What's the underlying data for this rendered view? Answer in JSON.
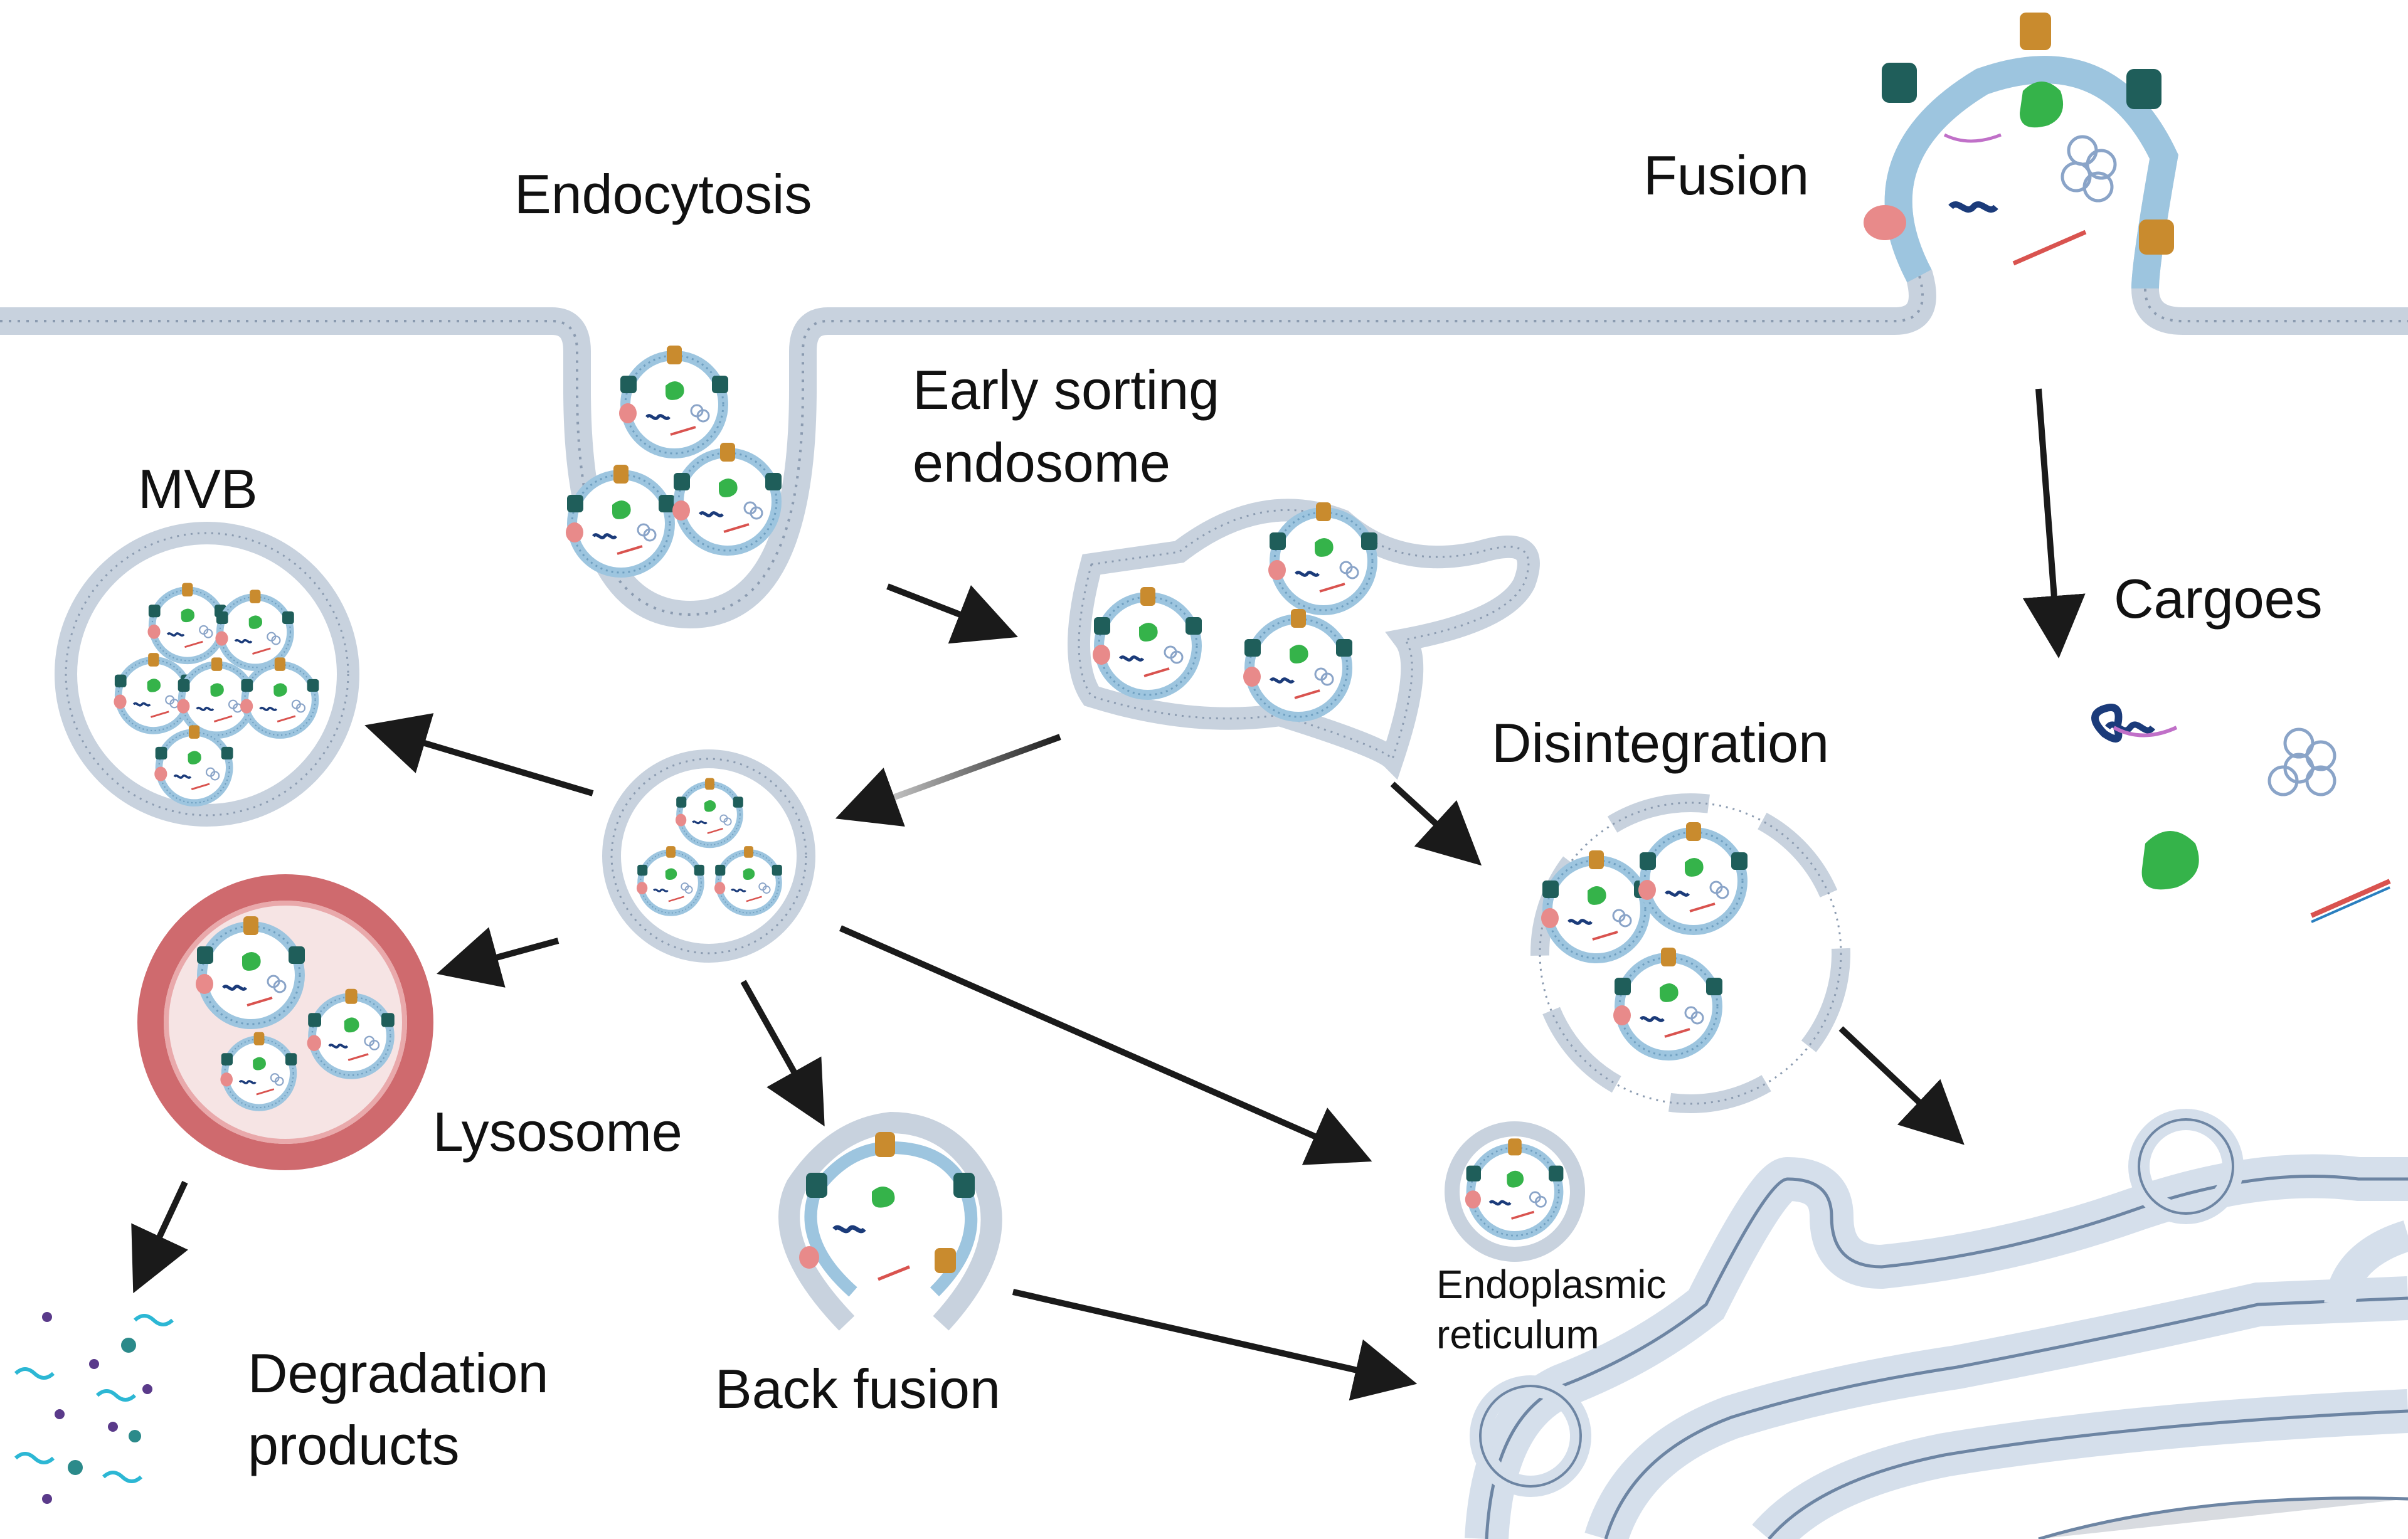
{
  "labels": {
    "endocytosis": "Endocytosis",
    "fusion": "Fusion",
    "early_sorting_line1": "Early sorting",
    "early_sorting_line2": "endosome",
    "mvb": "MVB",
    "cargoes": "Cargoes",
    "disintegration": "Disintegration",
    "lysosome": "Lysosome",
    "back_fusion": "Back fusion",
    "er_line1": "Endoplasmic",
    "er_line2": "reticulum",
    "degradation_line1": "Degradation",
    "degradation_line2": "products"
  },
  "colors": {
    "membrane": "#9dc5df",
    "membrane_dark": "#6f9fc0",
    "cell_membrane": "#c8d2de",
    "cell_membrane_edge": "#8b9bb0",
    "er_fill": "#d5dfeb",
    "er_edge": "#6d85a3",
    "lysosome_ring": "#cf6a6e",
    "lysosome_inner": "#f6e4e4",
    "arrow": "#1a1a1a",
    "protein_green": "#35b34a",
    "protein_teal": "#1f5e5a",
    "protein_orange": "#c98b2e",
    "protein_pink": "#e88a8a",
    "dna_navy": "#1b3b7a",
    "rna_pink": "#c070c8",
    "degradation_cyan": "#2cb7d4",
    "degradation_purple": "#5a3a8a",
    "degradation_teal": "#2b8a8a"
  },
  "icons": [
    "arrow-icon",
    "vesicle-icon",
    "protein-icon",
    "dna-icon",
    "rna-icon",
    "lipid-cluster-icon"
  ]
}
